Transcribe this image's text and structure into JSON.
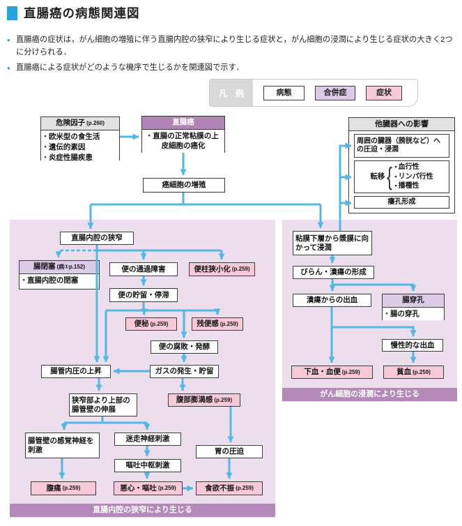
{
  "colors": {
    "accent_blue": "#29a3dc",
    "arrow": "#52b7e6",
    "panel_bg": "#ecdeed",
    "panel_footer_bg": "#b389b8",
    "pink": "#f8c9d9",
    "lavender": "#dccbe6",
    "purple_header": "#b283b5",
    "gray_header": "#e2e2e2"
  },
  "header": {
    "title": "直腸癌の病態関連図"
  },
  "intro": {
    "bullets": [
      "直腸癌の症状は，がん細胞の増殖に伴う直腸内腔の狭窄により生じる症状と，がん細胞の浸潤により生じる症状の大きく2つに分けられる．",
      "直腸癌による症状がどのような機序で生じるかを関連図で示す．"
    ]
  },
  "legend": {
    "label": "凡　例",
    "items": [
      {
        "label": "病態"
      },
      {
        "label": "合併症"
      },
      {
        "label": "症状"
      }
    ]
  },
  "nodes": {
    "risk_factors": {
      "title": "危険因子",
      "ref": "(p.260)",
      "items": [
        "欧米型の食生活",
        "遺伝的素因",
        "炎症性腸疾患"
      ]
    },
    "rectal_cancer": {
      "title": "直腸癌",
      "body": "直腸の正常粘膜の上皮細胞の癌化"
    },
    "cancer_growth": {
      "label": "癌細胞の増殖"
    },
    "other_organs": {
      "title": "他臓器への影響",
      "compression": "周囲の臓器（膀胱など）への圧迫・浸潤",
      "metastasis": {
        "label": "転移",
        "brace": "{",
        "items": [
          "血行性",
          "リンパ行性",
          "播種性"
        ]
      },
      "fistula": "瘻孔形成"
    },
    "lumen_stenosis": {
      "label": "直腸内腔の狭窄"
    },
    "ileus": {
      "title": "腸閉塞",
      "ref": "(病①p.152)",
      "body": "直腸内腔の閉塞"
    },
    "stool_passage": {
      "label": "便の通過障害"
    },
    "narrow_stool": {
      "label": "便柱狭小化",
      "ref": "(p.259)"
    },
    "stool_retention": {
      "label": "便の貯留・停滞"
    },
    "constipation": {
      "label": "便秘",
      "ref": "(p.259)"
    },
    "residual_stool": {
      "label": "残便感",
      "ref": "(p.259)"
    },
    "stool_fermentation": {
      "label": "便の腐敗・発酵"
    },
    "gas": {
      "label": "ガスの発生・貯留"
    },
    "pressure_rise": {
      "label": "腸管内圧の上昇"
    },
    "wall_extension": {
      "label": "狭窄部より上部の腸管壁の伸展"
    },
    "abdominal_fullness": {
      "label": "腹部膨満感",
      "ref": "(p.259)"
    },
    "sensory_nerve": {
      "label": "腸管壁の感覚神経を刺激"
    },
    "vagus": {
      "label": "迷走神経刺激"
    },
    "vomit_center": {
      "label": "嘔吐中枢刺激"
    },
    "stomach_pressure": {
      "label": "胃の圧迫"
    },
    "abdominal_pain": {
      "label": "腹痛",
      "ref": "(p.259)"
    },
    "nausea": {
      "label": "悪心・嘔吐",
      "ref": "(p.259)"
    },
    "anorexia": {
      "label": "食欲不振",
      "ref": "(p.259)"
    },
    "invasion": {
      "label": "粘膜下層から漿膜に向かって浸潤"
    },
    "erosion": {
      "label": "びらん・潰瘍の形成"
    },
    "ulcer_bleeding": {
      "label": "潰瘍からの出血"
    },
    "perforation": {
      "title": "腸穿孔",
      "body": "腸の穿孔"
    },
    "chronic_bleeding": {
      "label": "慢性的な出血"
    },
    "bloody_stool": {
      "label": "下血・血便",
      "ref": "(p.259)"
    },
    "anemia": {
      "label": "貧血",
      "ref": "(p.259)"
    }
  },
  "panels": {
    "left_footer": "直腸内腔の狭窄により生じる",
    "right_footer": "がん細胞の浸潤により生じる"
  }
}
